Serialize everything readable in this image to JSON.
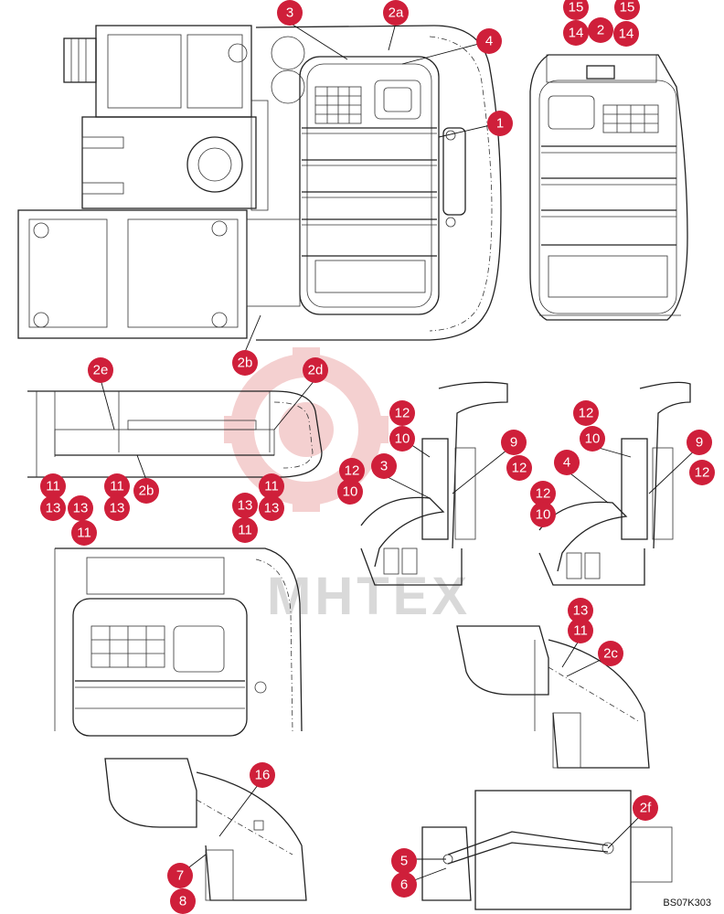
{
  "callouts": [
    "1",
    "2",
    "2a",
    "2b",
    "2c",
    "2d",
    "2e",
    "2f",
    "3",
    "4",
    "5",
    "6",
    "7",
    "8",
    "9",
    "10",
    "11",
    "12",
    "13",
    "14",
    "15",
    "16"
  ],
  "watermark": "MHTEX",
  "reference_code": "BS07K303",
  "colors": {
    "callout": "#cf1f3a",
    "line": "#222222",
    "watermark": "#f2b3b3"
  }
}
